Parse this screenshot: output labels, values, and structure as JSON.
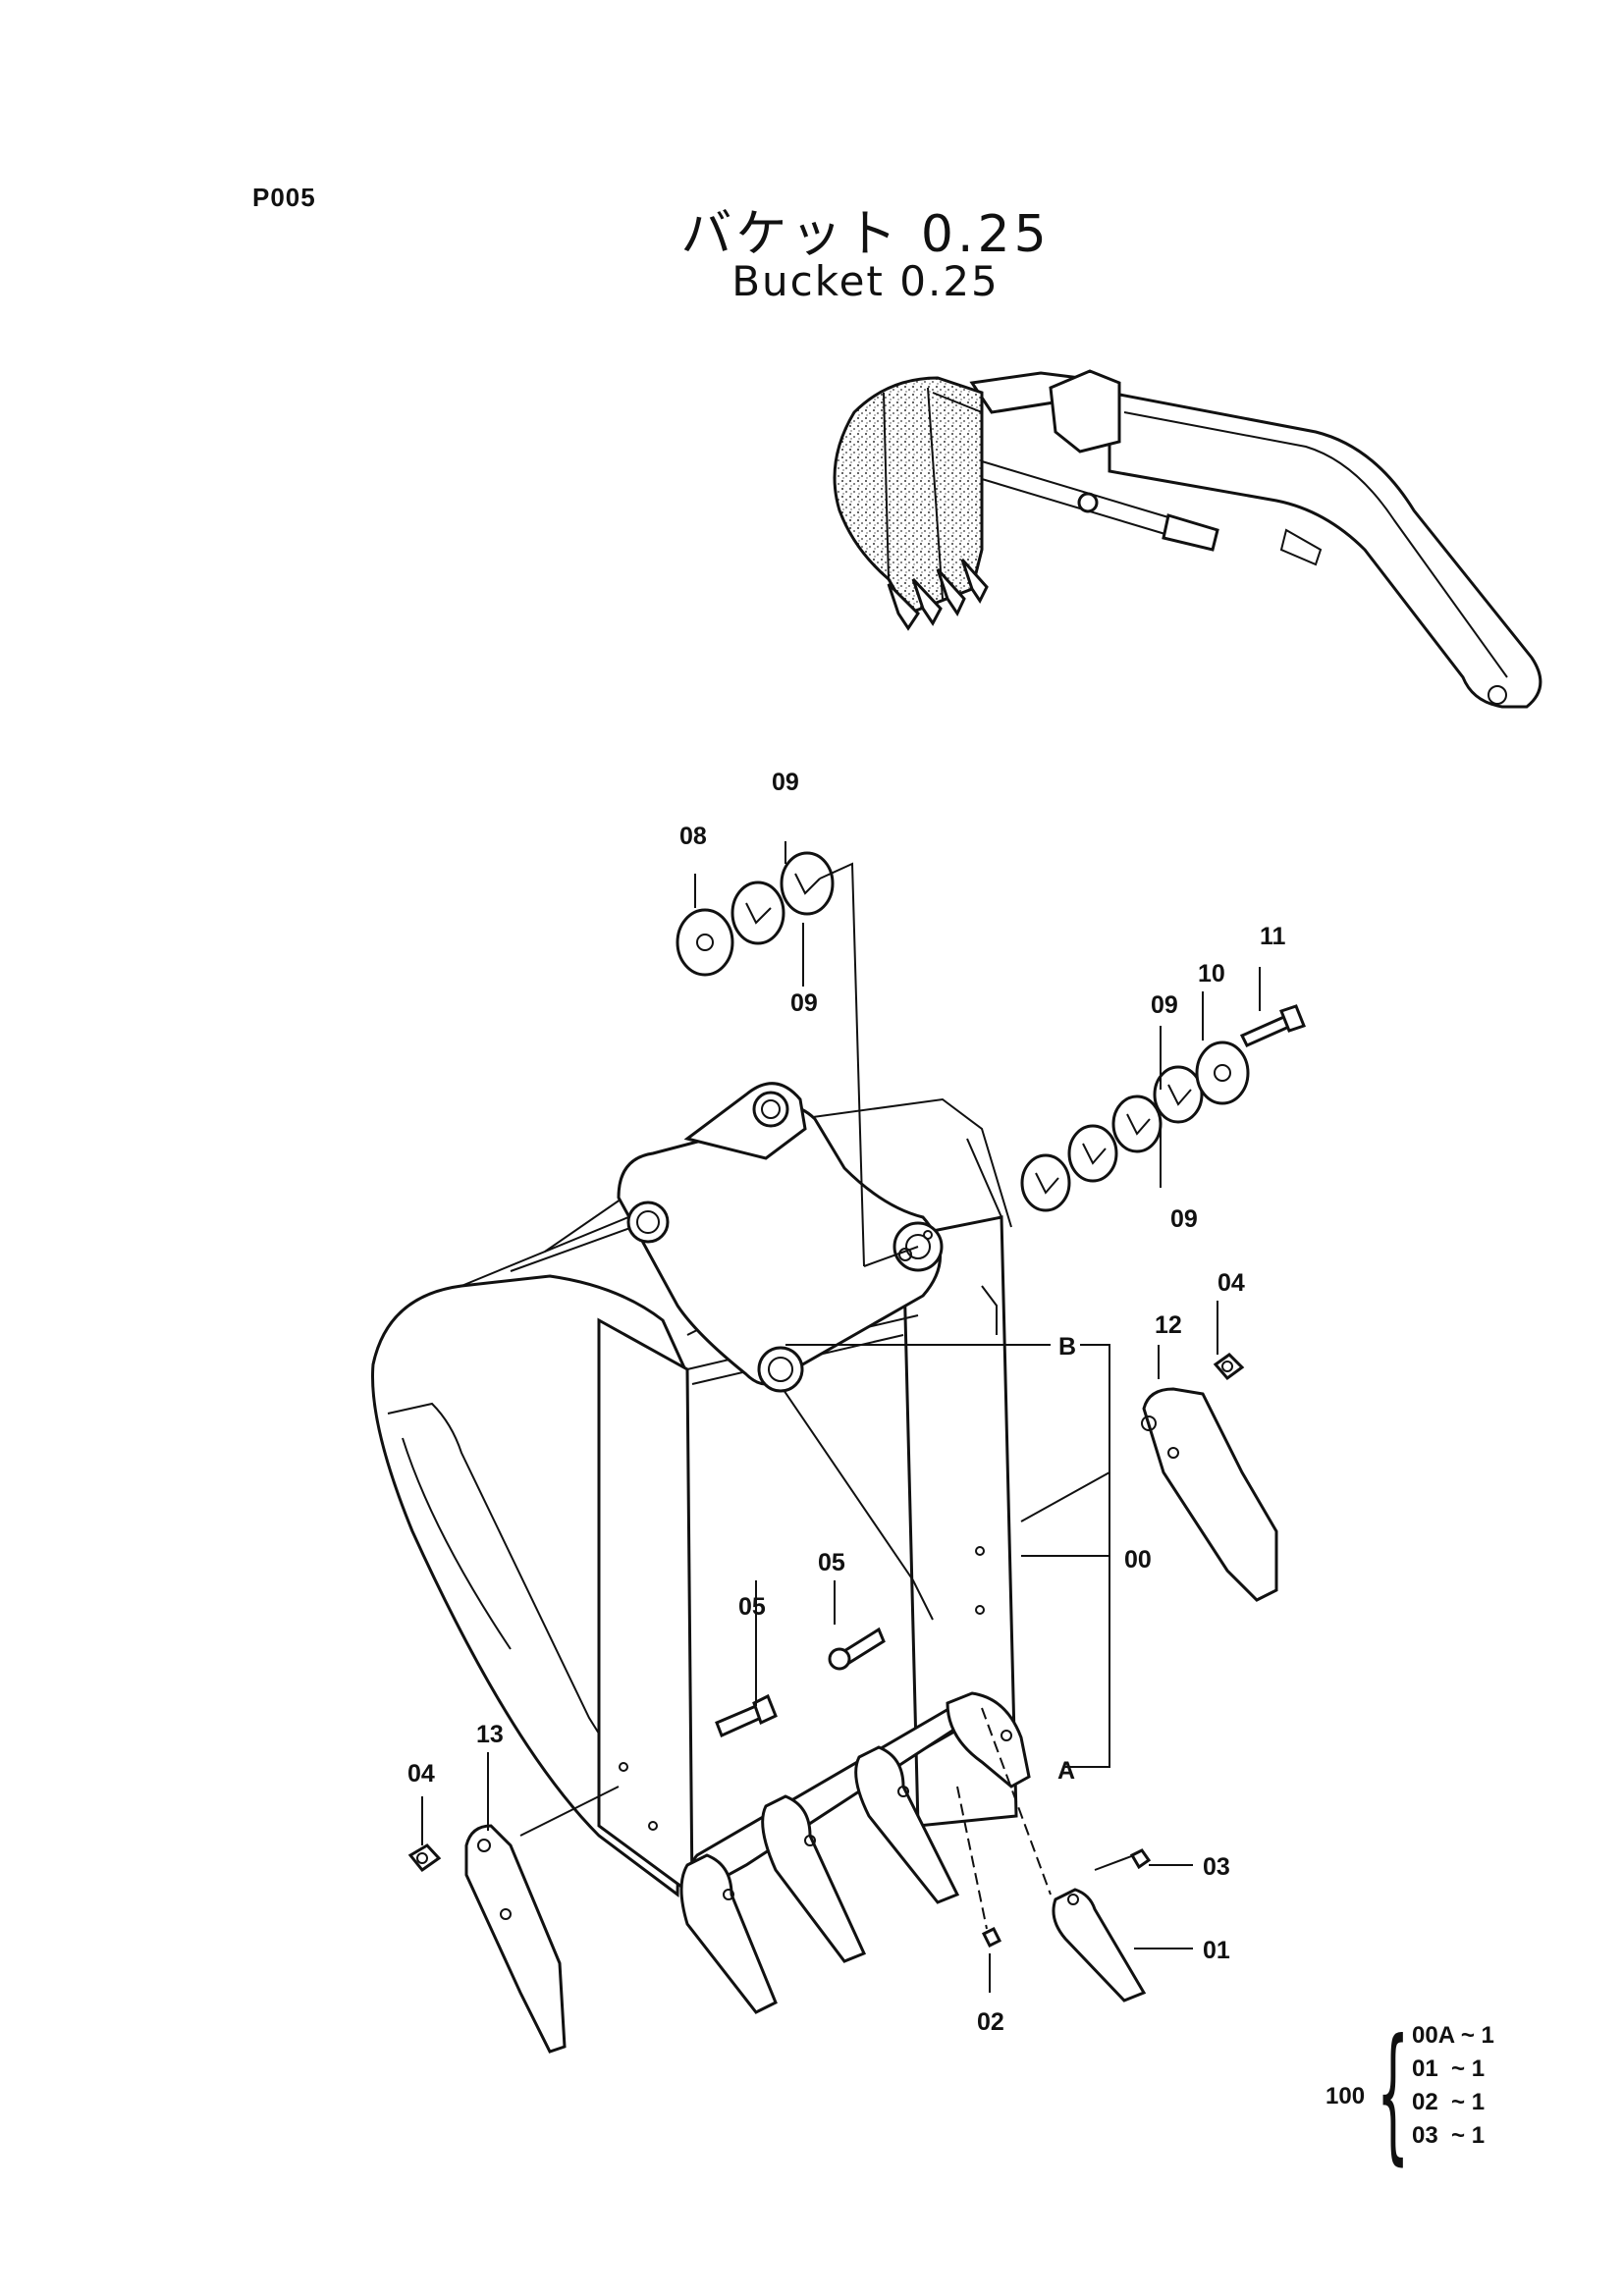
{
  "page_code": "P005",
  "title_jp": "バケット 0.25",
  "title_en": "Bucket 0.25",
  "callouts": {
    "c00": "00",
    "c01": "01",
    "c02": "02",
    "c03": "03",
    "c04a": "04",
    "c04b": "04",
    "c05a": "05",
    "c05b": "05",
    "c08": "08",
    "c09a": "09",
    "c09b": "09",
    "c09c": "09",
    "c09d": "09",
    "c10": "10",
    "c11": "11",
    "c12": "12",
    "c13": "13",
    "cA": "A",
    "cB": "B"
  },
  "kit": {
    "number": "100",
    "items": [
      {
        "part": "00A",
        "qty": "~ 1"
      },
      {
        "part": "01",
        "qty": "~ 1"
      },
      {
        "part": "02",
        "qty": "~ 1"
      },
      {
        "part": "03",
        "qty": "~ 1"
      }
    ]
  }
}
